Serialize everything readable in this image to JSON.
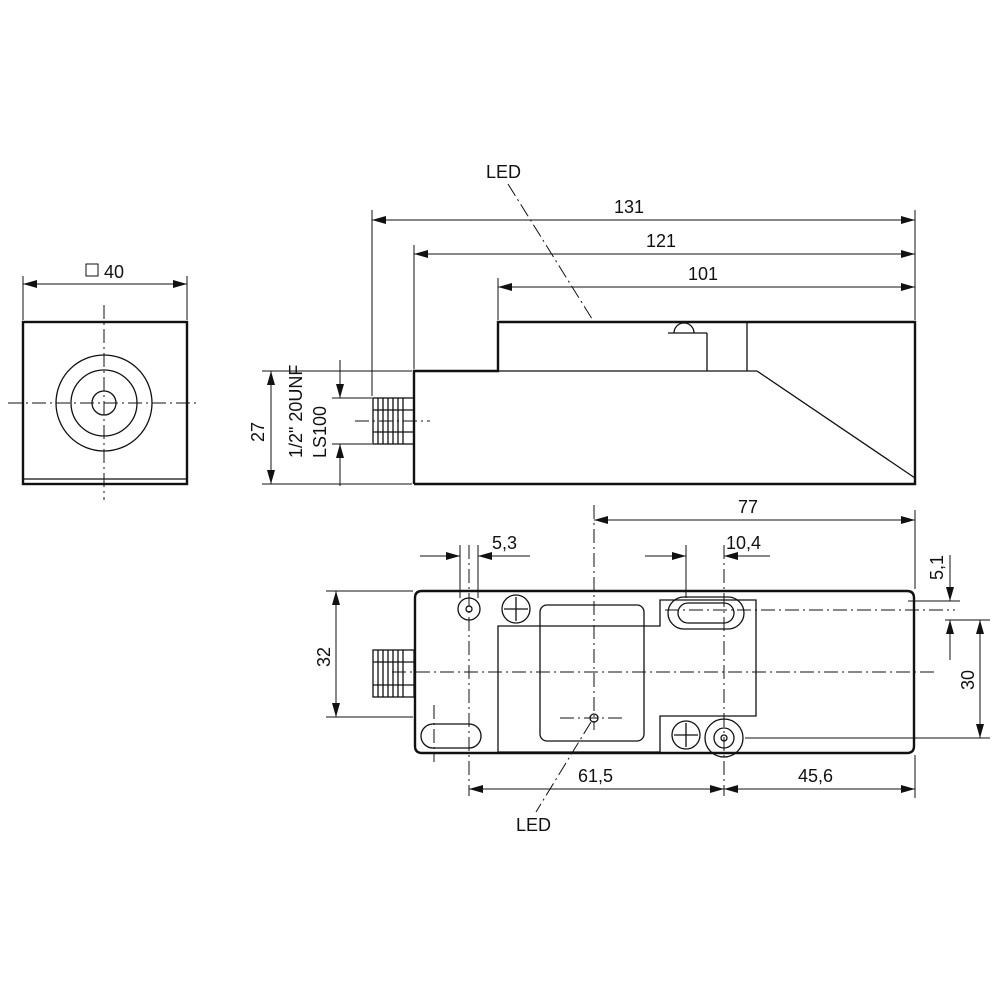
{
  "front_view": {
    "square_label": "40"
  },
  "side_view": {
    "led_label": "LED",
    "dim_131": "131",
    "dim_121": "121",
    "dim_101": "101",
    "dim_27": "27",
    "connector_label_1": "1/2\" 20UNF",
    "connector_label_2": "LS100"
  },
  "top_view": {
    "dim_77": "77",
    "dim_5_3": "5,3",
    "dim_10_4": "10,4",
    "dim_5_1": "5,1",
    "dim_32": "32",
    "dim_30": "30",
    "dim_61_5": "61,5",
    "dim_45_6": "45,6",
    "led_label": "LED"
  }
}
